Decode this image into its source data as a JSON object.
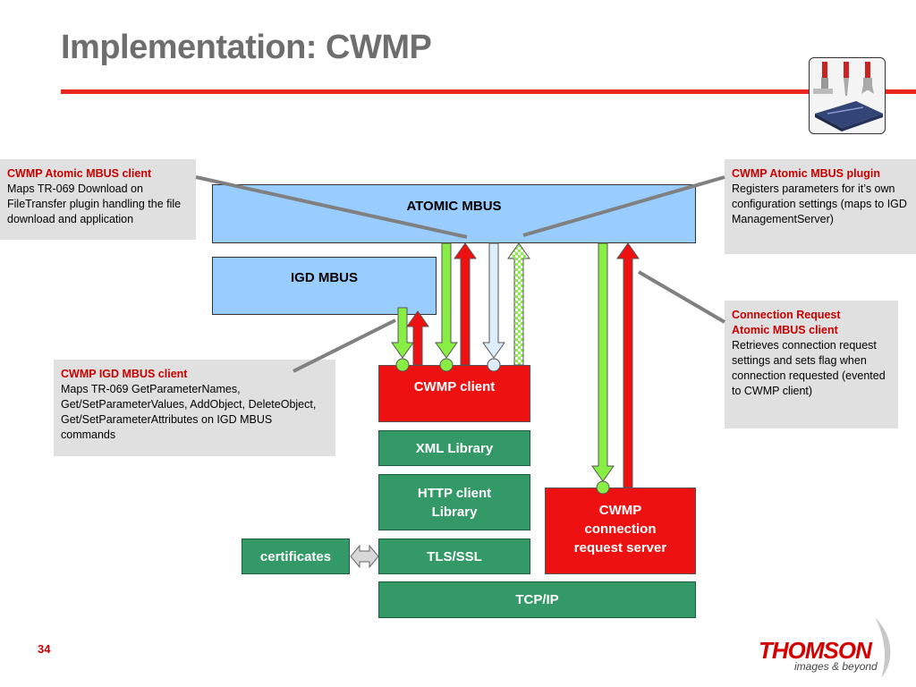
{
  "title": "Implementation: CWMP",
  "page_number": "34",
  "logo": {
    "brand": "THOMSON",
    "tagline": "images & beyond"
  },
  "blocks": {
    "atomic_mbus": "ATOMIC MBUS",
    "igd_mbus": "IGD MBUS",
    "cwmp_client": "CWMP client",
    "xml_library": "XML Library",
    "http_client_line1": "HTTP client",
    "http_client_line2": "Library",
    "tls_ssl": "TLS/SSL",
    "tcp_ip": "TCP/IP",
    "certificates": "certificates",
    "cwmp_cr_line1": "CWMP",
    "cwmp_cr_line2": "connection",
    "cwmp_cr_line3": "request server"
  },
  "notes": {
    "atomic_client": {
      "title": "CWMP Atomic MBUS client",
      "body": "Maps TR-069 Download on FileTransfer plugin handling the file download and application"
    },
    "atomic_plugin": {
      "title": "CWMP Atomic MBUS plugin",
      "body": "Registers parameters for it’s own configuration settings (maps to IGD ManagementServer)"
    },
    "conn_request": {
      "title_line1": "Connection Request",
      "title_line2": "Atomic MBUS client",
      "body": "Retrieves connection request settings and sets flag when connection requested (evented to CWMP client)"
    },
    "igd_client": {
      "title": "CWMP IGD MBUS client",
      "body": "Maps TR-069 GetParameterNames, Get/SetParameterValues, AddObject, DeleteObject, Get/SetParameterAttributes on IGD MBUS commands"
    }
  },
  "colors": {
    "accent_red": "#e8261e",
    "arrow_green": "#88ee44",
    "arrow_red": "#ee1111",
    "arrow_lightblue": "#ddeeff",
    "block_blue": "#99ccff",
    "block_green": "#339966"
  },
  "icons": {
    "header_icon": "tools-router-icon"
  }
}
